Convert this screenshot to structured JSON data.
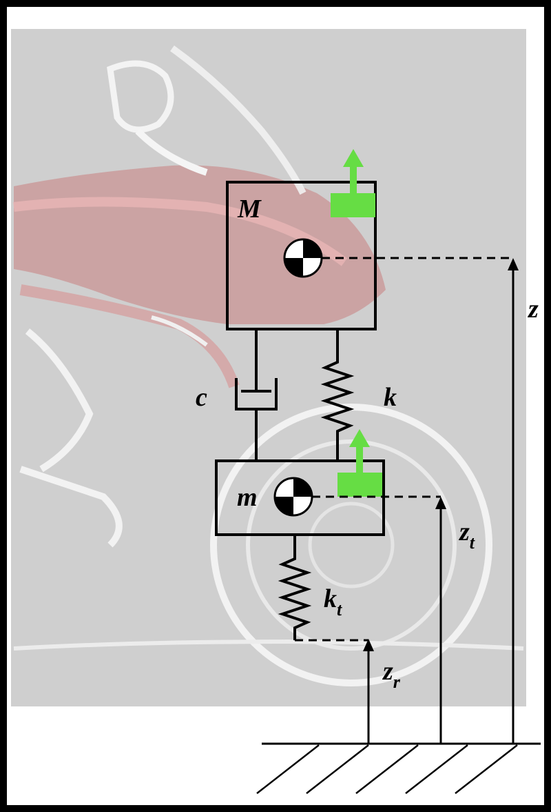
{
  "diagram": {
    "sprung_mass_label": "M",
    "unsprung_mass_label": "m",
    "damper_label": "c",
    "spring_label": "k",
    "tire_spring_label_base": "k",
    "tire_spring_label_sub": "t",
    "z_label": "z",
    "zt_label_base": "z",
    "zt_label_sub": "t",
    "zr_label_base": "z",
    "zr_label_sub": "r"
  },
  "colors": {
    "frame": "#000000",
    "background_photo": "#cfcfcf",
    "lower_band": "#ffffff",
    "force_arrow": "#66dd44",
    "motorcycle_body": "#c76a6a"
  }
}
